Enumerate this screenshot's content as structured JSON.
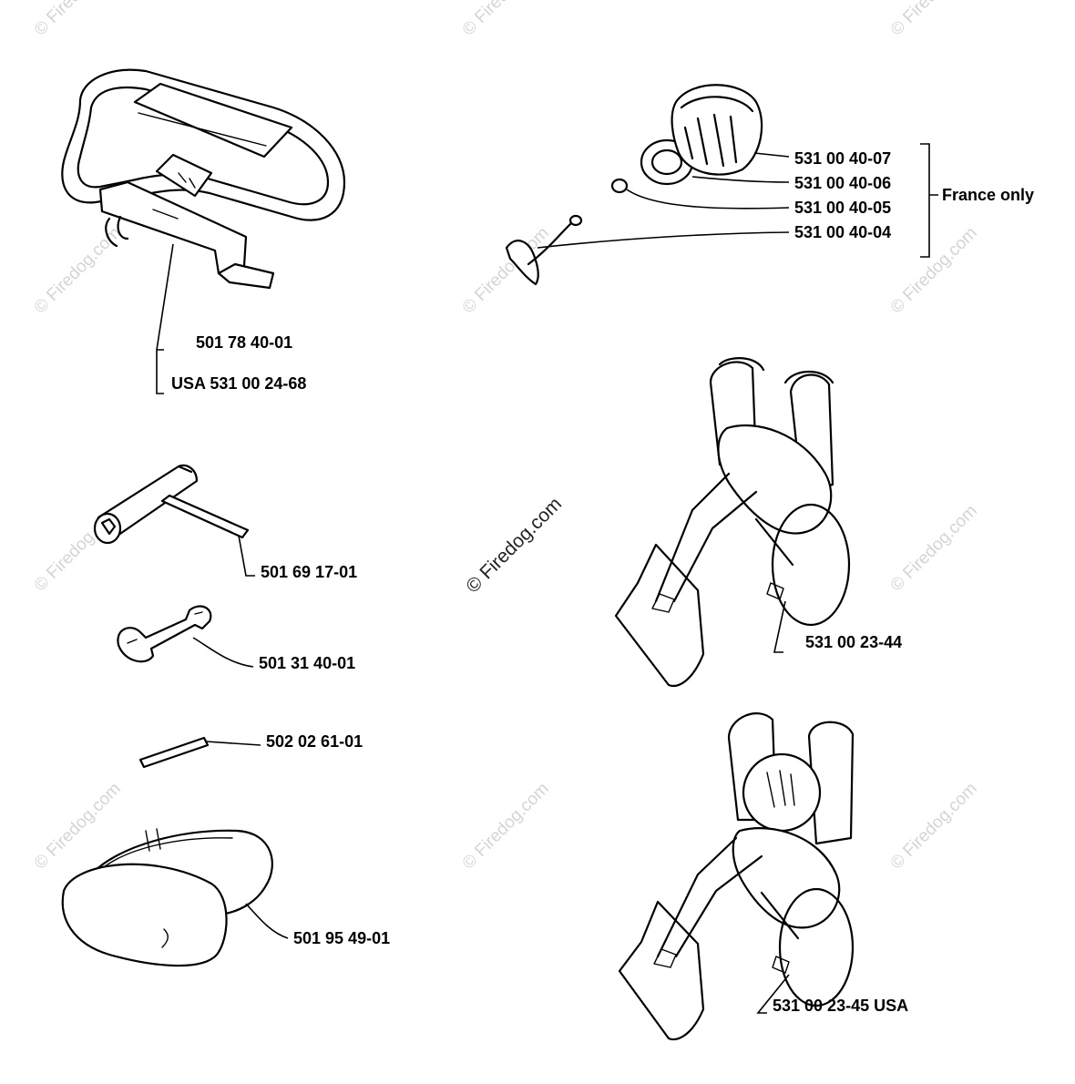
{
  "watermark": {
    "center_text": "© Firedog.com",
    "tile_text": "© Firedog.com"
  },
  "parts": {
    "harness_belt": {
      "part_number": "501 78 40-01",
      "usa_part_number": "USA 531 00 24-68"
    },
    "cap_1": {
      "part_number": "531 00 40-07"
    },
    "cap_2": {
      "part_number": "531 00 40-06"
    },
    "cap_3": {
      "part_number": "531 00 40-05"
    },
    "cap_4": {
      "part_number": "531 00 40-04"
    },
    "france_group": {
      "label": "France only"
    },
    "combi_wrench": {
      "part_number": "501 69 17-01"
    },
    "open_wrench": {
      "part_number": "501 31 40-01"
    },
    "pin": {
      "part_number": "502 02 61-01"
    },
    "visor": {
      "part_number": "501 95 49-01"
    },
    "harness_1": {
      "part_number": "531 00 23-44"
    },
    "harness_2": {
      "part_number": "531 00 23-45 USA"
    }
  },
  "colors": {
    "ink": "#000000",
    "watermark": "#d4d4d4",
    "background": "#ffffff"
  }
}
